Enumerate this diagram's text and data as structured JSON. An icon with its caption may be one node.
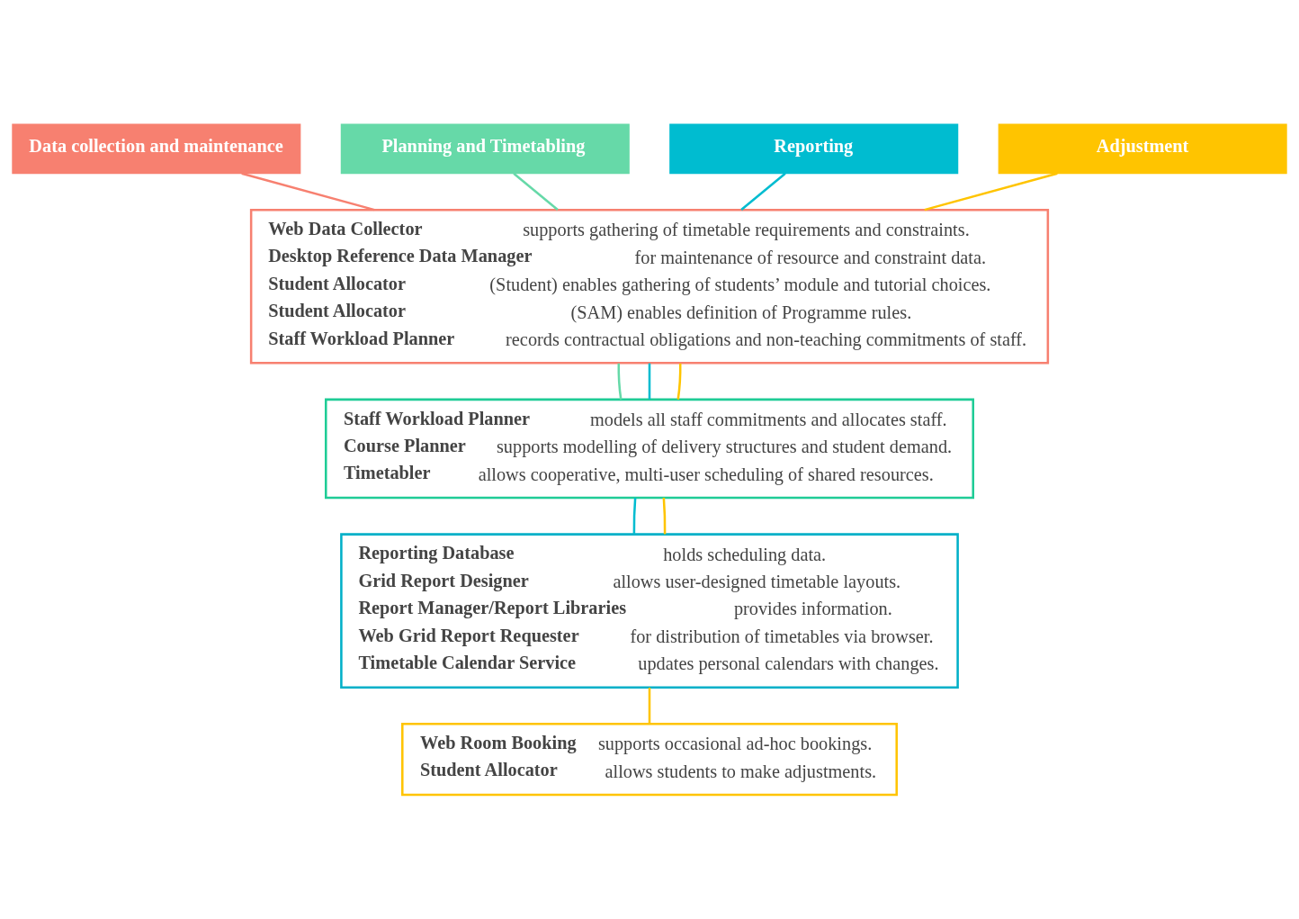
{
  "diagram": {
    "nodes": [
      {
        "text": [
          "Data collection and maintenance"
        ]
      },
      {
        "text": [
          "Planning and Timetabling"
        ]
      },
      {
        "text": [
          "Reporting"
        ]
      },
      {
        "text": [
          "Adjustment"
        ]
      },
      {
        "text": [
          "**Web Data Collector** supports gathering of timetable requirements and constraints.",
          "**Desktop Reference Data Manager** for maintenance of resource and constraint data.",
          "**Student Allocator** (Student) enables gathering of students’ module and tutorial choices.",
          "**Student Allocator** (SAM) enables definition of Programme rules.",
          "**Staff Workload Planner** records contractual obligations and non-teaching commitments of staff."
        ]
      },
      {
        "text": [
          "**Staff Workload Planner** models all staff commitments and allocates staff.",
          "**Course Planner** supports modelling of delivery structures and student demand.",
          "**Timetabler** allows cooperative, multi-user scheduling of shared resources."
        ]
      },
      {
        "text": [
          "**Reporting Database** holds scheduling data.",
          "**Grid Report Designer** allows user-designed timetable layouts.",
          "**Report Manager/Report Libraries** provides information.",
          "**Web Grid Report Requester** for distribution of timetables via browser.",
          "**Timetable Calendar Service** updates personal calendars with changes."
        ]
      },
      {
        "text": [
          "**Web Room Booking** supports occasional ad-hoc bookings.",
          "**Student Allocator** allows students to make adjustments."
        ]
      }
    ],
    "edges": [
      {
        "from": 0,
        "to": 4,
        "arrow": "none",
        "color": "#f78070"
      },
      {
        "from": 1,
        "to": 4,
        "arrow": "none",
        "color": "#66d9a8"
      },
      {
        "from": 4,
        "to": 5,
        "arrow": "none",
        "color": "#66d9a8"
      },
      {
        "from": 2,
        "to": 4,
        "arrow": "none",
        "color": "#00bcd0"
      },
      {
        "from": 4,
        "to": 5,
        "arrow": "none",
        "color": "#00bcd0"
      },
      {
        "from": 5,
        "to": 6,
        "arrow": "none",
        "color": "#00bcd0"
      },
      {
        "from": 3,
        "to": 4,
        "arrow": "none",
        "color": "#ffc400"
      },
      {
        "from": 4,
        "to": 5,
        "arrow": "none",
        "color": "#ffc400"
      },
      {
        "from": 5,
        "to": 6,
        "arrow": "none",
        "color": "#ffc400"
      },
      {
        "from": 6,
        "to": 7,
        "arrow": "none",
        "color": "#ffc400"
      }
    ]
  }
}
